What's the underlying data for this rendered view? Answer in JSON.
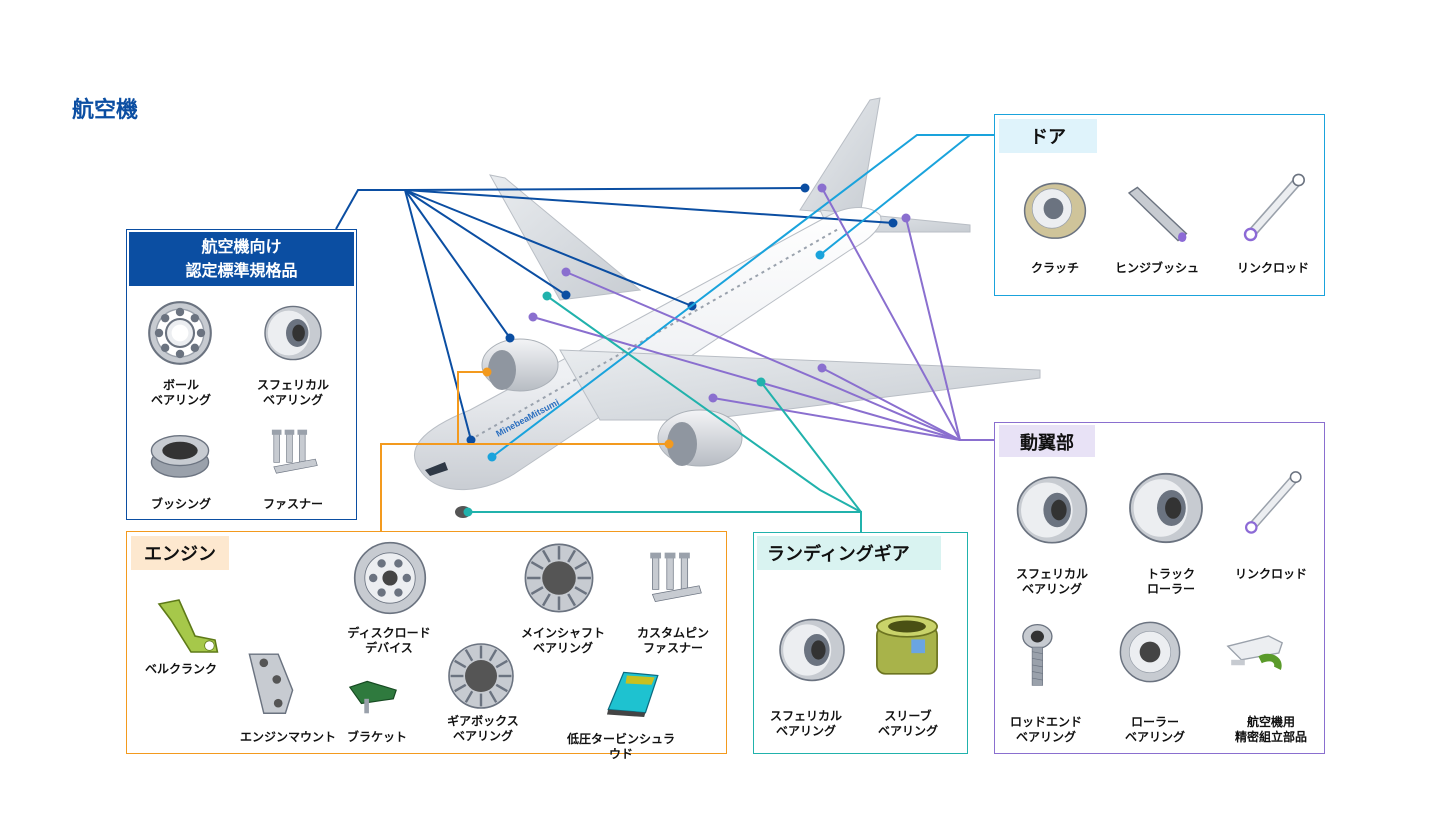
{
  "page_title": "航空機",
  "aircraft_logo": "MinebeaMitsumi",
  "colors": {
    "title_blue": "#0b4ea2",
    "standard_line": "#0b4ea2",
    "door_line": "#1aa3dc",
    "engine_line": "#f39a1e",
    "landing_line": "#21b2ac",
    "flight_line": "#8a6fcf",
    "door_header_bg": "#dff3fb",
    "engine_header_bg": "#fde8cf",
    "landing_header_bg": "#d9f3f1",
    "flight_header_bg": "#e8e2f6"
  },
  "standard": {
    "title_line1": "航空機向け",
    "title_line2": "認定標準規格品",
    "items": [
      {
        "label": "ボール\nベアリング",
        "icon": "ball-bearing"
      },
      {
        "label": "スフェリカル\nベアリング",
        "icon": "spherical-bearing"
      },
      {
        "label": "ブッシング",
        "icon": "bushing"
      },
      {
        "label": "ファスナー",
        "icon": "fastener"
      }
    ]
  },
  "door": {
    "title": "ドア",
    "items": [
      {
        "label": "クラッチ",
        "icon": "clutch"
      },
      {
        "label": "ヒンジブッシュ",
        "icon": "hinge-bush"
      },
      {
        "label": "リンクロッド",
        "icon": "link-rod"
      }
    ]
  },
  "flight_control": {
    "title": "動翼部",
    "items": [
      {
        "label": "スフェリカル\nベアリング",
        "icon": "spherical-bearing"
      },
      {
        "label": "トラック\nローラー",
        "icon": "track-roller"
      },
      {
        "label": "リンクロッド",
        "icon": "link-rod"
      },
      {
        "label": "ロッドエンド\nベアリング",
        "icon": "rod-end-bearing"
      },
      {
        "label": "ローラー\nベアリング",
        "icon": "roller-bearing"
      },
      {
        "label": "航空機用\n精密組立部品",
        "icon": "precision-assembly"
      }
    ]
  },
  "engine": {
    "title": "エンジン",
    "items": [
      {
        "label": "ディスクロード\nデバイス",
        "icon": "disk-load-device"
      },
      {
        "label": "メインシャフト\nベアリング",
        "icon": "main-shaft-bearing"
      },
      {
        "label": "カスタムピン\nファスナー",
        "icon": "custom-pin-fastener"
      },
      {
        "label": "ベルクランク",
        "icon": "bell-crank"
      },
      {
        "label": "エンジンマウント",
        "icon": "engine-mount"
      },
      {
        "label": "ブラケット",
        "icon": "bracket"
      },
      {
        "label": "ギアボックス\nベアリング",
        "icon": "gearbox-bearing"
      },
      {
        "label": "低圧タービンシュラウド",
        "icon": "turbine-shroud"
      }
    ]
  },
  "landing_gear": {
    "title": "ランディングギア",
    "items": [
      {
        "label": "スフェリカル\nベアリング",
        "icon": "spherical-bearing"
      },
      {
        "label": "スリーブ\nベアリング",
        "icon": "sleeve-bearing"
      }
    ]
  }
}
